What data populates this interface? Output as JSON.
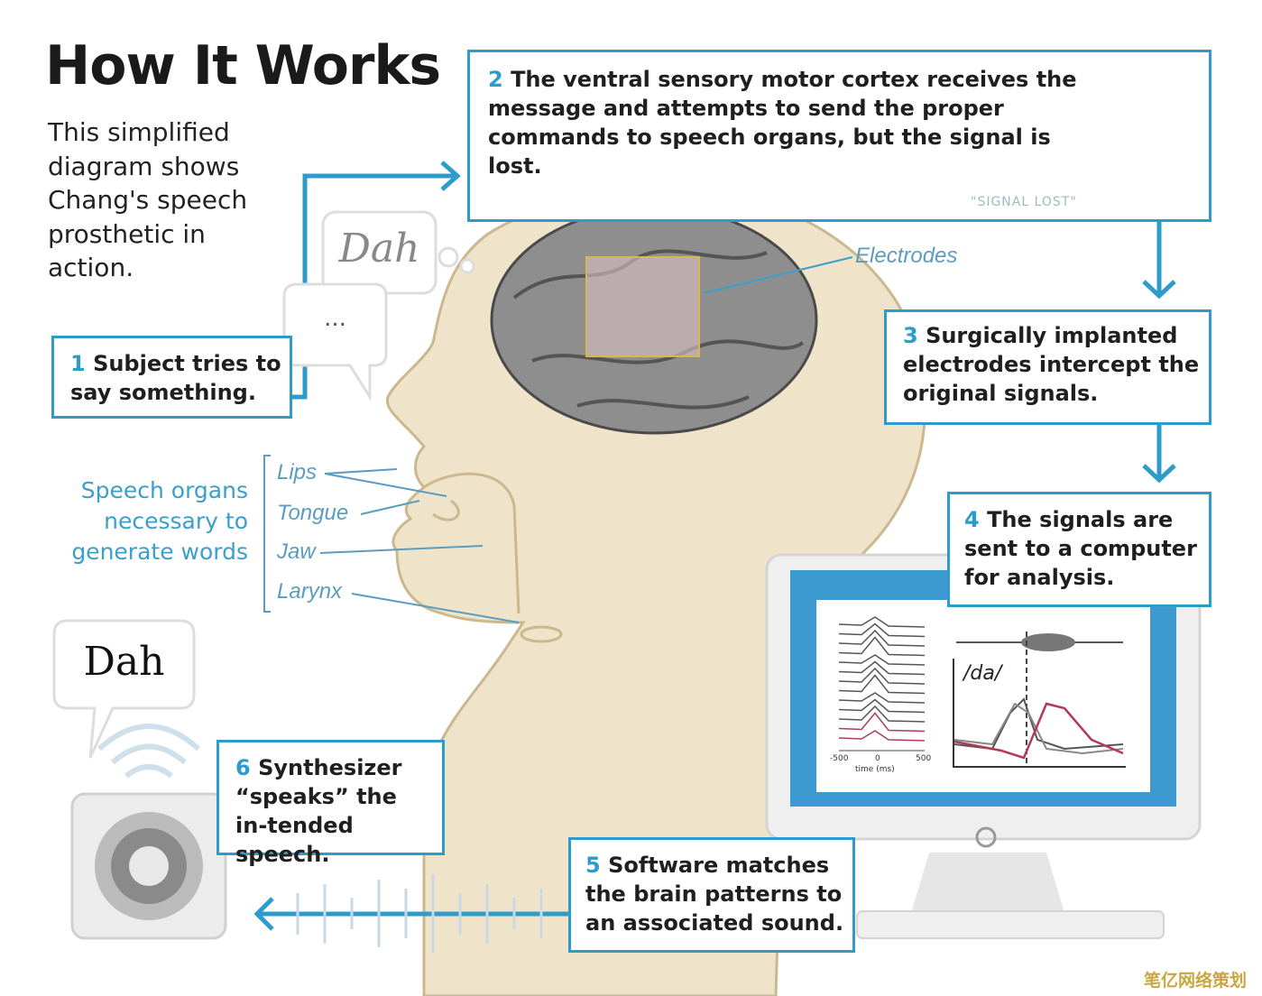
{
  "title": "How It Works",
  "intro": "This simplified diagram shows Chang's speech prosthetic in action.",
  "steps": [
    {
      "num": "1",
      "text": "Subject tries to say something."
    },
    {
      "num": "2",
      "text": "The ventral sensory motor cortex receives the message and attempts to send the proper commands to speech organs, but the signal is lost."
    },
    {
      "num": "3",
      "text": "Surgically implanted electrodes intercept the original signals."
    },
    {
      "num": "4",
      "text": "The signals are sent to a computer for analysis."
    },
    {
      "num": "5",
      "text": "Software matches the brain patterns to an associated sound."
    },
    {
      "num": "6",
      "text": "Synthesizer “speaks” the in-tended speech."
    }
  ],
  "signal_lost": "\"SIGNAL LOST\"",
  "thought_bubble": "Dah",
  "speech_bubble": "...",
  "speaker_bubble": "Dah",
  "electrodes_label": "Electrodes",
  "speech_organs": {
    "caption": "Speech organs necessary to generate words",
    "labels": [
      "Lips",
      "Tongue",
      "Jaw",
      "Larynx"
    ]
  },
  "monitor_chart": {
    "left_ticks": [
      "-500",
      "0",
      "500"
    ],
    "left_xlabel": "time (ms)",
    "right_label": "/da/"
  },
  "watermark": "笔亿网络策划",
  "colors": {
    "accent": "#2e9ccb",
    "head": "#efe4c9",
    "screen": "#3d9ad0"
  }
}
